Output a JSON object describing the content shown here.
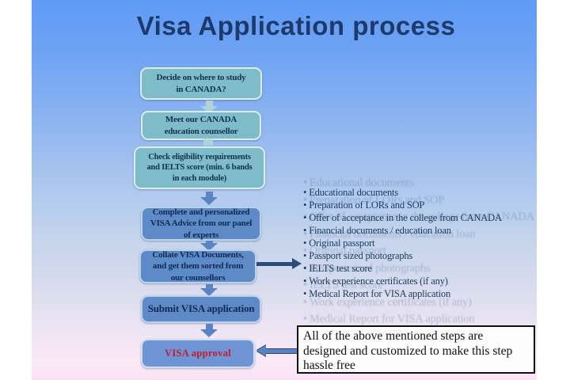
{
  "slide": {
    "title": "Visa Application process"
  },
  "flowchart": {
    "steps": [
      {
        "label": "Decide on where to study\nin CANADA?"
      },
      {
        "label": "Meet our CANADA\neducation counsellor"
      },
      {
        "label": "Check eligibility requirements\nand IELTS score (min. 6 bands\nin each module)"
      },
      {
        "label": "Complete and personalized\nVISA Advice from our panel\nof experts"
      },
      {
        "label": "Collate VISA Documents,\nand get them sorted from\nour counsellors"
      },
      {
        "label": "Submit VISA application"
      },
      {
        "label": "VISA approval"
      }
    ]
  },
  "checklist": {
    "items": [
      "Educational documents",
      "Preparation of LORs and SOP",
      "Offer of acceptance in the college from CANADA",
      "Financial documents / education loan",
      "Original passport",
      "Passport sized photographs",
      "IELTS test score",
      "Work experience certificates (if any)",
      "Medical Report for VISA application"
    ]
  },
  "note_box": {
    "text": "All of the above mentioned steps are designed and customized to make this step hassle free"
  },
  "colors": {
    "title_text": "#1d3a6b",
    "box_teal": "#7fbcca",
    "box_steel_blue": "#5e8bc8",
    "box_approval": "#6f94d6",
    "approval_text": "#c41b2a",
    "arrow_navy": "#2c4a78",
    "arrow_steel": "#5b82c0",
    "background_top": "#5f9bf5",
    "background_bottom": "#f9e2f4"
  }
}
